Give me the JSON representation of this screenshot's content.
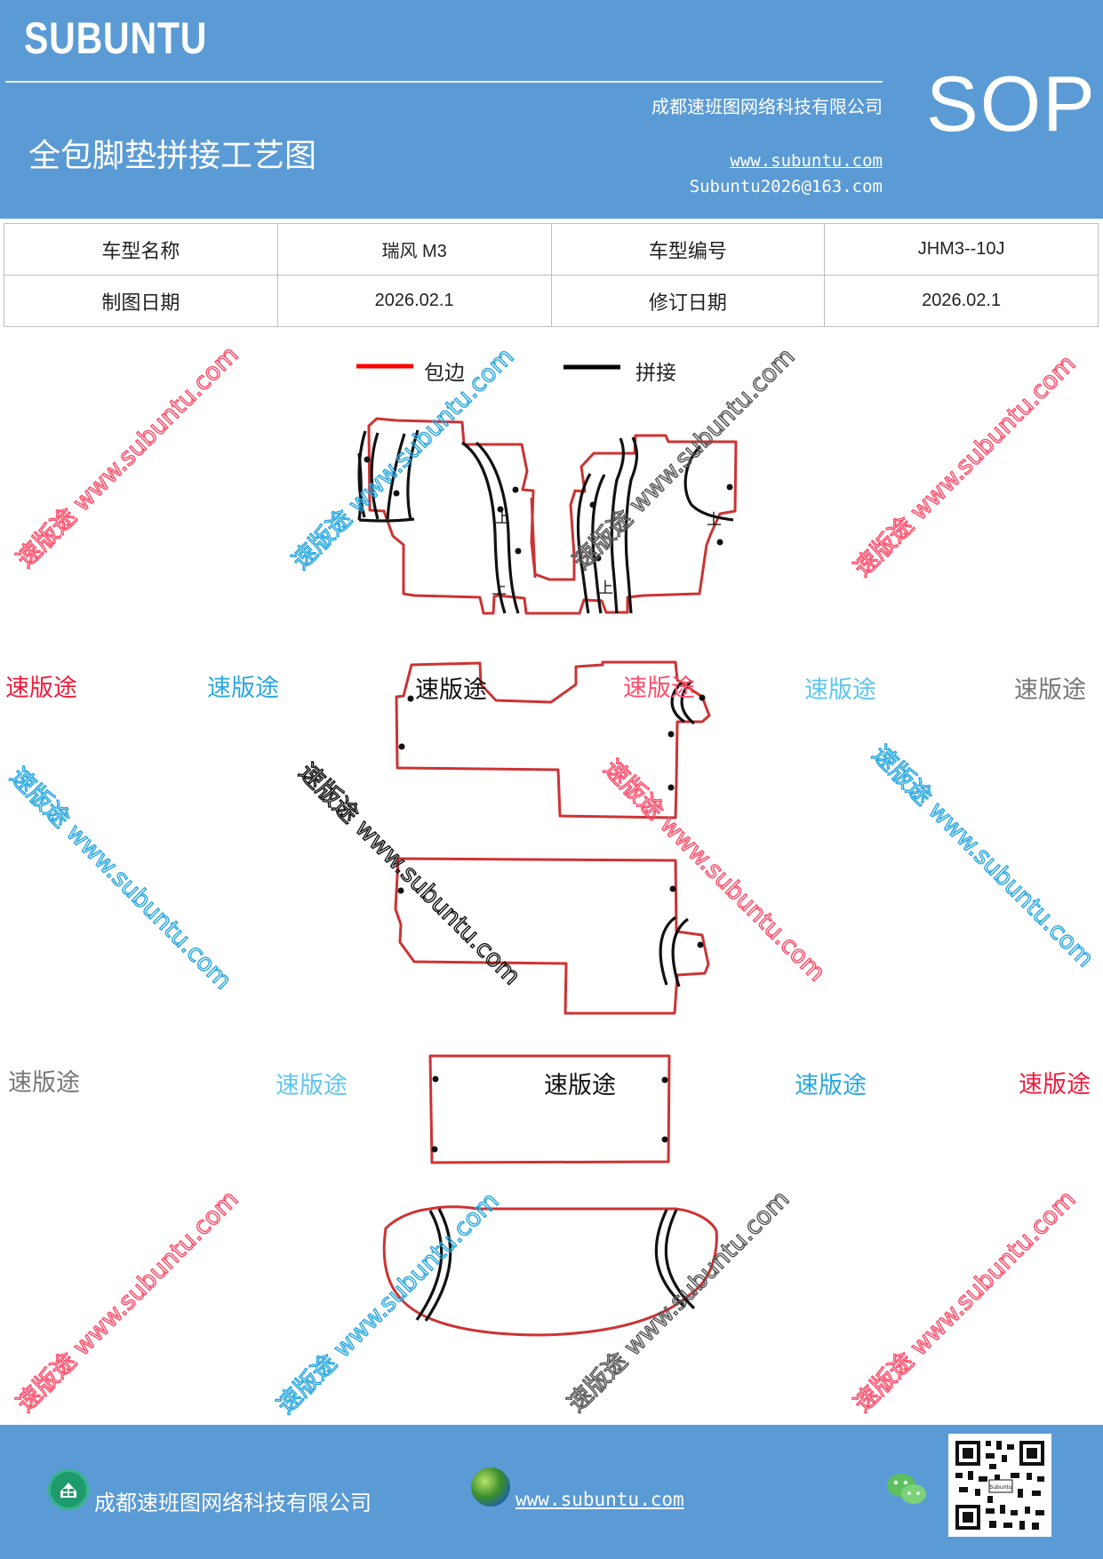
{
  "header": {
    "brand": "SUBUNTU",
    "company": "成都速班图网络科技有限公司",
    "title": "全包脚垫拼接工艺图",
    "website": "www.subuntu.com",
    "email": "Subuntu2026@163.com",
    "badge": "SOP"
  },
  "info": {
    "model_name_label": "车型名称",
    "model_name_value": "瑞风 M3",
    "model_code_label": "车型编号",
    "model_code_value": "JHM3--10J",
    "draw_date_label": "制图日期",
    "draw_date_value": "2026.02.1",
    "revise_date_label": "修订日期",
    "revise_date_value": "2026.02.1"
  },
  "legend": {
    "edge_label": "包边",
    "edge_color": "#ff0000",
    "splice_label": "拼接",
    "splice_color": "#000000"
  },
  "watermark": {
    "brand_cn": "速版途",
    "diagonal_text": "速版途 www.subuntu.com",
    "colors": {
      "red": "#ff4d6a",
      "blue": "#29a7e1",
      "gray": "#777777",
      "black": "#111111"
    }
  },
  "drawing": {
    "piece_label": "上",
    "outline_color": "#cc3333"
  },
  "footer": {
    "company": "成都速班图网络科技有限公司",
    "website": "www.subuntu.com",
    "qr_caption": "Subuntu"
  }
}
